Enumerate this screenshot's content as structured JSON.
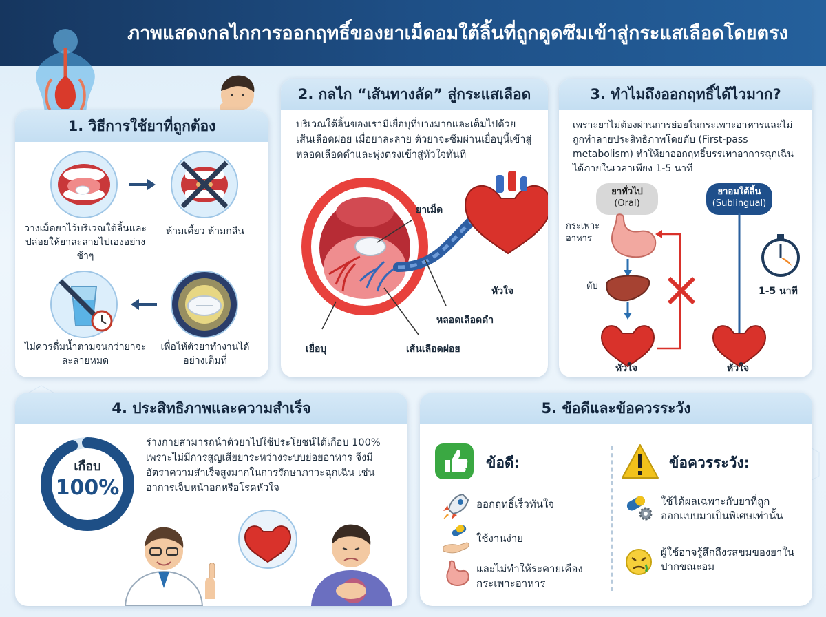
{
  "title": "ภาพแสดงกลไกการออกฤทธิ์ของยาเม็ดอมใต้ลิ้นที่ถูกดูดซึมเข้าสู่กระแสเลือดโดยตรง",
  "colors": {
    "header": "#1e4f86",
    "accent": "#2a6fb0",
    "red": "#d9322b",
    "green": "#3aa842",
    "warn": "#f2c21b"
  },
  "section1": {
    "title": "1. วิธีการใช้ยาที่ถูกต้อง",
    "step1": "วางเม็ดยาไว้บริเวณใต้ลิ้นและปล่อยให้ยาละลายไปเองอย่างช้าๆ",
    "step2": "ห้ามเคี้ยว ห้ามกลืน",
    "step3": "เพื่อให้ตัวยาทำงานได้อย่างเต็มที่",
    "step4": "ไม่ควรดื่มน้ำตามจนกว่ายาจะละลายหมด"
  },
  "section2": {
    "title": "2. กลไก “เส้นทางลัด” สู่กระแสเลือด",
    "desc": "บริเวณใต้ลิ้นของเรามีเยื่อบุที่บางมากและเต็มไปด้วยเส้นเลือดฝอย เมื่อยาละลาย ตัวยาจะซึมผ่านเยื่อบุนี้เข้าสู่หลอดเลือดดำและพุ่งตรงเข้าสู่หัวใจทันที",
    "label_pill": "ยาเม็ด",
    "label_heart": "หัวใจ",
    "label_vein": "หลอดเลือดดำ",
    "label_mucosa": "เยื่อบุ",
    "label_capillary": "เส้นเลือดฝอย"
  },
  "section3": {
    "title": "3. ทำไมถึงออกฤทธิ์ได้ไวมาก?",
    "desc": "เพราะยาไม่ต้องผ่านการย่อยในกระเพาะอาหารและไม่ถูกทำลายประสิทธิภาพโดยตับ (First-pass metabolism) ทำให้ยาออกฤทธิ์บรรเทาอาการฉุกเฉินได้ภายในเวลาเพียง 1-5 นาที",
    "oral_label": "ยาทั่วไป",
    "oral_sub": "(Oral)",
    "sub_label": "ยาอมใต้ลิ้น",
    "sub_sub": "(Sublingual)",
    "stomach": "กระเพาะอาหาร",
    "liver": "ตับ",
    "heart1": "หัวใจ",
    "heart2": "หัวใจ",
    "time": "1-5 นาที"
  },
  "section4": {
    "title": "4. ประสิทธิภาพและความสำเร็จ",
    "gauge_top": "เกือบ",
    "gauge_value": "100%",
    "gauge_percent": 100,
    "desc": "ร่างกายสามารถนำตัวยาไปใช้ประโยชน์ได้เกือบ 100% เพราะไม่มีการสูญเสียยาระหว่างระบบย่อยอาหาร จึงมีอัตราความสำเร็จสูงมากในการรักษาภาวะฉุกเฉิน เช่น อาการเจ็บหน้าอกหรือโรคหัวใจ"
  },
  "section5": {
    "title": "5. ข้อดีและข้อควรระวัง",
    "pros_title": "ข้อดี:",
    "pros": [
      "ออกฤทธิ์เร็วทันใจ",
      "ใช้งานง่าย",
      "และไม่ทำให้ระคายเคืองกระเพาะอาหาร"
    ],
    "cons_title": "ข้อควรระวัง:",
    "cons": [
      "ใช้ได้ผลเฉพาะกับยาที่ถูกออกแบบมาเป็นพิเศษเท่านั้น",
      "ผู้ใช้อาจรู้สึกถึงรสขมของยาในปากขณะอม"
    ]
  }
}
